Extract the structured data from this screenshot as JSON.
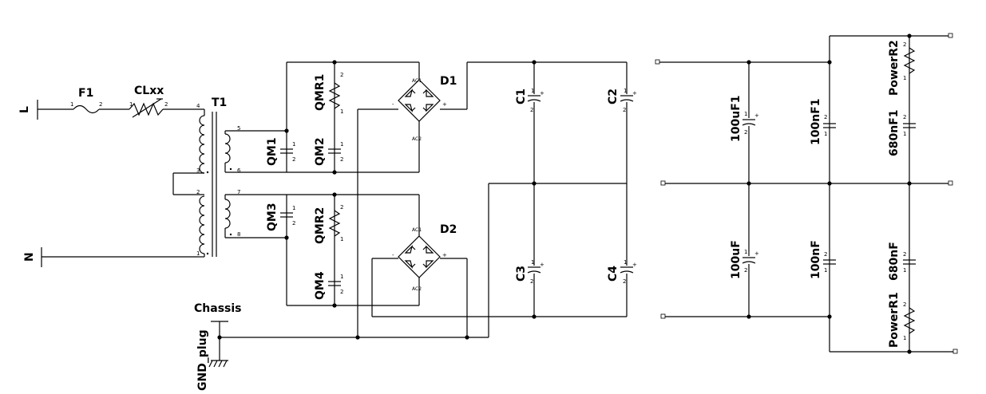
{
  "labels": {
    "L": "L",
    "N": "N",
    "F1": "F1",
    "CLxx": "CLxx",
    "T1": "T1",
    "QM1": "QM1",
    "QM2": "QM2",
    "QM3": "QM3",
    "QM4": "QM4",
    "QMR1": "QMR1",
    "QMR2": "QMR2",
    "D1": "D1",
    "D2": "D2",
    "C1": "C1",
    "C2": "C2",
    "C3": "C3",
    "C4": "C4",
    "C100uF1": "100uF1",
    "C100nF1": "100nF1",
    "C680nF1": "680nF1",
    "C100uF": "100uF",
    "C100nF": "100nF",
    "C680nF": "680nF",
    "PowerR1": "PowerR1",
    "PowerR2": "PowerR2",
    "Chassis": "Chassis",
    "GND_plug": "GND_plug"
  },
  "pins": {
    "one": "1",
    "two": "2",
    "four": "4",
    "five": "5",
    "six": "6",
    "seven": "7",
    "eight": "8",
    "three_dot": "3",
    "one_dot": "1",
    "plus": "+",
    "minus": "-",
    "ac1": "AC1",
    "ac2": "AC2"
  }
}
